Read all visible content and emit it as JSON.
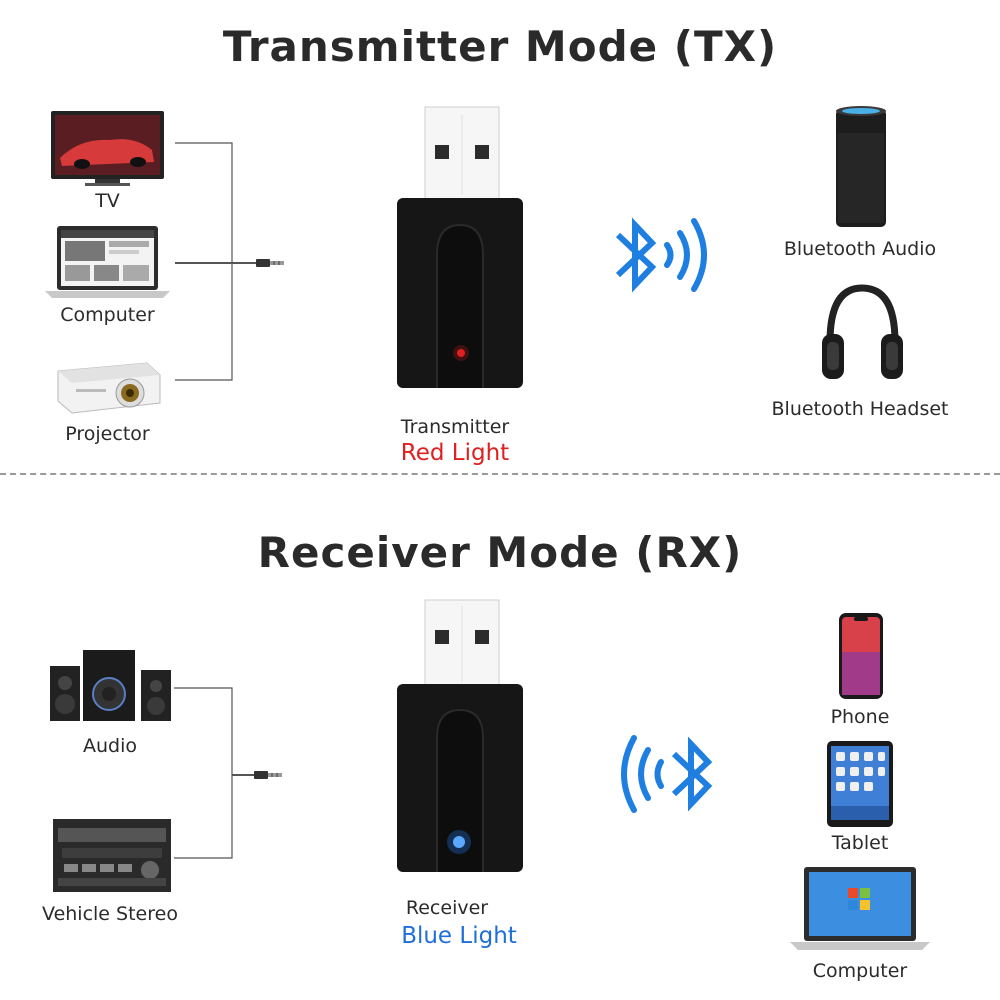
{
  "transmitter": {
    "title": "Transmitter Mode (TX)",
    "sources": [
      {
        "label": "TV",
        "icon": "tv-icon"
      },
      {
        "label": "Computer",
        "icon": "laptop-icon"
      },
      {
        "label": "Projector",
        "icon": "projector-icon"
      }
    ],
    "device_label": "Transmitter",
    "light_label": "Red Light",
    "light_color": "#e02020",
    "outputs": [
      {
        "label": "Bluetooth Audio",
        "icon": "smart-speaker-icon"
      },
      {
        "label": "Bluetooth Headset",
        "icon": "headphones-icon"
      }
    ]
  },
  "receiver": {
    "title": "Receiver Mode (RX)",
    "outputs": [
      {
        "label": "Audio",
        "icon": "speaker-system-icon"
      },
      {
        "label": "Vehicle Stereo",
        "icon": "car-stereo-icon"
      }
    ],
    "device_label": "Receiver",
    "light_label": "Blue Light",
    "light_color": "#1f6fd8",
    "sources": [
      {
        "label": "Phone",
        "icon": "phone-icon"
      },
      {
        "label": "Tablet",
        "icon": "tablet-icon"
      },
      {
        "label": "Computer",
        "icon": "laptop-icon"
      }
    ]
  },
  "colors": {
    "bluetooth": "#1e7fe0",
    "device": "#1a1a1a"
  }
}
